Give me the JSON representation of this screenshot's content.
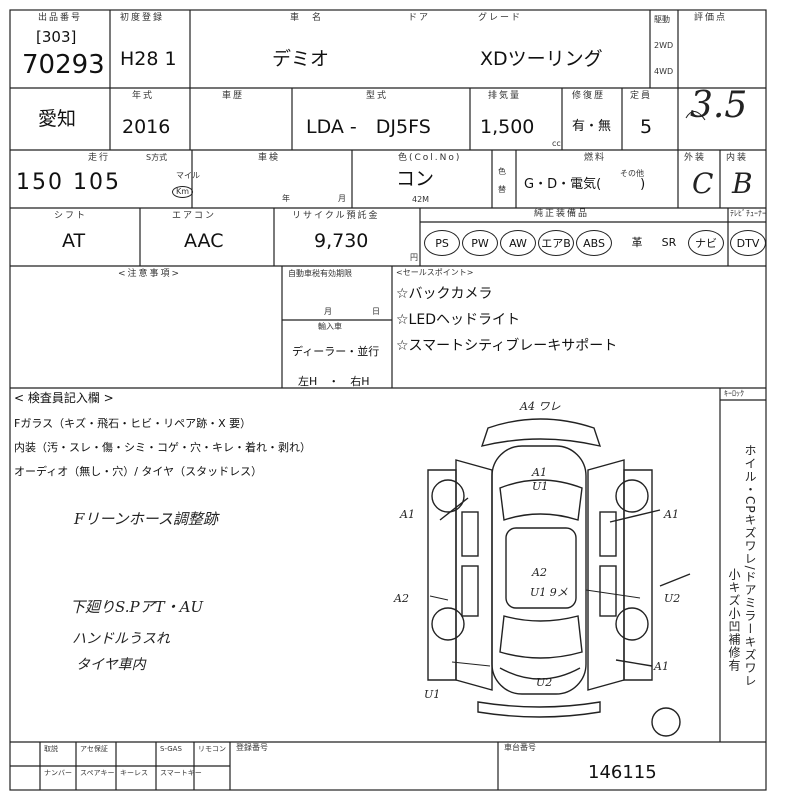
{
  "row1": {
    "lot_label": "出品番号",
    "lot_prefix": "[303]",
    "lot_number": "70293",
    "first_reg_label": "初度登録",
    "first_reg_value": "H28 1",
    "car_name_label": "車　名",
    "doors_label": "ドア",
    "grade_label": "グレード",
    "car_name": "デミオ",
    "grade": "XDツーリング",
    "drive_label": "駆動",
    "drive_2wd": "2WD",
    "drive_4wd": "4WD",
    "score_label": "評価点"
  },
  "row2": {
    "region": "愛知",
    "year_label": "年式",
    "year": "2016",
    "inspection_label": "車歴",
    "model_code_label": "型式",
    "model_code": "LDA -　DJ5FS",
    "displacement_label": "排気量",
    "displacement": "1,500",
    "displacement_unit": "cc",
    "registration_label": "修復歴",
    "registration": "有・無",
    "capacity_label": "定員",
    "capacity": "5",
    "score": "3.5"
  },
  "row3": {
    "mileage_label": "走行",
    "mileage_code_label": "S方式",
    "mileage": "150 105",
    "unit_miles": "マイル",
    "unit_km": "Km",
    "shaken_label": "車検",
    "shaken_year": "年",
    "shaken_month": "月",
    "color_label": "色(Col.No)",
    "color": "コン",
    "color_code": "42M",
    "repaint_1": "色",
    "repaint_2": "替",
    "fuel_label": "燃料",
    "fuel_other": "その他",
    "fuel_options": "G・D・電気(　　　)",
    "exterior_label": "外装",
    "interior_label": "内装",
    "exterior_grade": "C",
    "interior_grade": "B"
  },
  "row4": {
    "shift_label": "シフト",
    "shift": "AT",
    "aircon_label": "エアコン",
    "aircon": "AAC",
    "recycle_label": "リサイクル預託金",
    "recycle": "9,730",
    "recycle_unit": "円",
    "equipment_label": "純正装備品",
    "tv_label": "ﾃﾚﾋﾞﾁｭｰﾅｰ",
    "equipment": [
      {
        "label": "PS",
        "circled": true
      },
      {
        "label": "PW",
        "circled": true
      },
      {
        "label": "AW",
        "circled": true
      },
      {
        "label": "エアB",
        "circled": true
      },
      {
        "label": "ABS",
        "circled": true
      },
      {
        "label": "革",
        "circled": false
      },
      {
        "label": "SR",
        "circled": false
      },
      {
        "label": "ナビ",
        "circled": true
      },
      {
        "label": "DTV",
        "circled": true
      }
    ]
  },
  "row5": {
    "notes_label": "<注意事項>",
    "expiry_label": "自動車税有効期限",
    "expiry_month": "月",
    "expiry_day": "日",
    "import_label": "輸入車",
    "import_dealer": "ディーラー・並行",
    "steering": "左H　・　右H",
    "sales_label": "<セールスポイント>",
    "sales_points": [
      "☆バックカメラ",
      "☆LEDヘッドライト",
      "☆スマートシティブレーキサポート"
    ]
  },
  "inspector": {
    "label": "< 検査員記入欄 >",
    "glass_line": "Fガラス（キズ・飛石・ヒビ・リペア跡・X 要）",
    "interior_line": "内装（汚・スレ・傷・シミ・コゲ・穴・キレ・着れ・剥れ）",
    "audio_tire_line": "オーディオ（無し・穴）/ タイヤ（スタッドレス）",
    "notes": [
      "Fリーンホース調整跡",
      "下廻りS.PアT・AU",
      "ハンドルうスれ",
      "タイヤ車内"
    ]
  },
  "diagram": {
    "marks": [
      "A4 ワレ",
      "A1",
      "U1",
      "A1",
      "A1",
      "A2",
      "U1 9メ",
      "A2",
      "U2",
      "A1",
      "U1",
      "U2"
    ]
  },
  "sidebar": {
    "top_label": "ｷｰﾛｯｸ",
    "vertical_1": "ホイル・CPキズワレ/ドアミラーキズワレ",
    "vertical_2": "小キズ小凹補修有"
  },
  "bottom": {
    "cells": [
      "取説",
      "ナンバー",
      "アセ保証",
      "スペアキー",
      "キーレス",
      "S-GAS",
      "スマートキー",
      "リモコン"
    ],
    "reg_label": "登録番号",
    "chassis_label": "車台番号",
    "chassis_number": "146115"
  }
}
